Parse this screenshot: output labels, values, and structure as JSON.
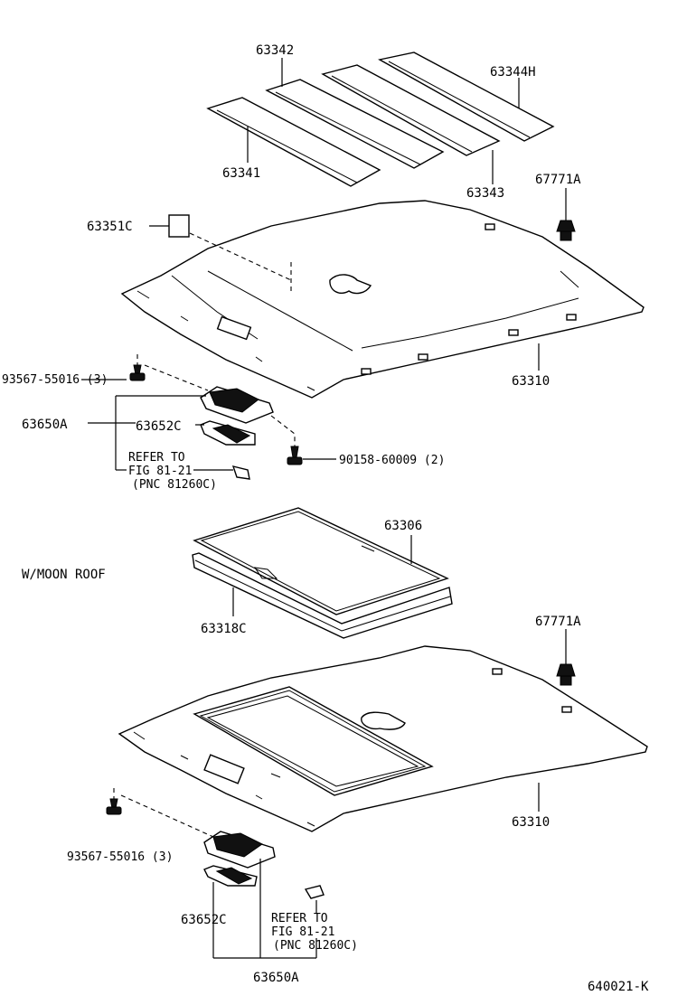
{
  "labels": {
    "p63342": "63342",
    "p63344h": "63344H",
    "p63341": "63341",
    "p63343": "63343",
    "p67771a_top": "67771A",
    "p63351c": "63351C",
    "p93567_top": "93567-55016 (3)",
    "p63310_top": "63310",
    "p63650a_top": "63650A",
    "p63652c_top": "63652C",
    "p90158": "90158-60009 (2)",
    "refer_top_1": "REFER TO",
    "refer_top_2": "FIG 81-21",
    "refer_top_3": "(PNC 81260C)",
    "p63306": "63306",
    "moon_roof": "W/MOON ROOF",
    "p63318c": "63318C",
    "p67771a_bot": "67771A",
    "p63310_bot": "63310",
    "p93567_bot": "93567-55016 (3)",
    "p63652c_bot": "63652C",
    "refer_bot_1": "REFER TO",
    "refer_bot_2": "FIG 81-21",
    "refer_bot_3": "(PNC 81260C)",
    "p63650a_bot": "63650A",
    "diagram_id": "640021-K"
  }
}
